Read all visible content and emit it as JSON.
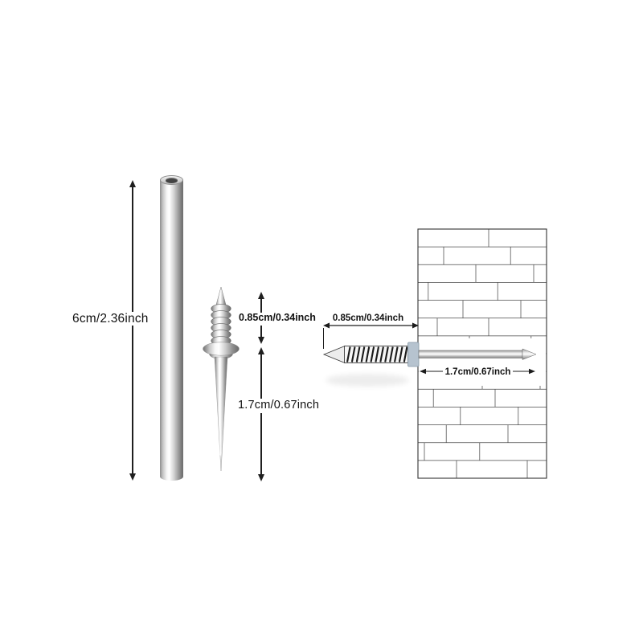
{
  "page": {
    "background": "#ffffff"
  },
  "diagram": {
    "tube": {
      "length_label": "6cm/2.36inch"
    },
    "screw": {
      "upper_section_label": "0.85cm/0.34inch",
      "lower_section_label": "1.7cm/0.67inch"
    },
    "wall": {
      "protruding_length_label": "0.85cm/0.34inch",
      "embedded_length_label": "1.7cm/0.67inch"
    },
    "colors": {
      "dimension_line": "#1f1f1f",
      "label_text": "#111111",
      "brick_line": "#4a4a4a",
      "metal_light": "#f6f6f6",
      "metal_dark": "#6e6e6e",
      "collar_blue": "#b6c3cf"
    }
  }
}
